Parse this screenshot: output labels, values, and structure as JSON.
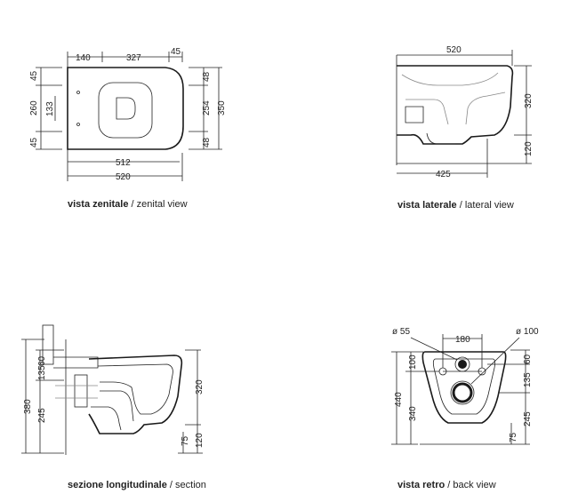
{
  "colors": {
    "line": "#222222",
    "fill_dark": "#1a1a1a",
    "background": "#ffffff"
  },
  "views": {
    "zenital": {
      "caption_bold": "vista zenitale",
      "caption_sep": " / ",
      "caption_light": "zenital view",
      "dims": {
        "d140": "140",
        "d327": "327",
        "d45t": "45",
        "d45a": "45",
        "d260": "260",
        "d133": "133",
        "d45b": "45",
        "d48a": "48",
        "d254": "254",
        "d350": "350",
        "d48b": "48",
        "d512": "512",
        "d520": "520"
      }
    },
    "lateral": {
      "caption_bold": "vista laterale",
      "caption_sep": " / ",
      "caption_light": "lateral view",
      "dims": {
        "d520": "520",
        "d320": "320",
        "d120": "120",
        "d425": "425"
      }
    },
    "section": {
      "caption_bold": "sezione longitudinale",
      "caption_sep": " / ",
      "caption_light": "section",
      "dims": {
        "d60": "60",
        "d135": "135",
        "d380": "380",
        "d245": "245",
        "d320": "320",
        "d75": "75",
        "d120": "120"
      }
    },
    "back": {
      "caption_bold": "vista retro",
      "caption_sep": " / ",
      "caption_light": "back view",
      "dims": {
        "dphi55": "ø 55",
        "d180": "180",
        "dphi100": "ø 100",
        "d100": "100",
        "d440": "440",
        "d340": "340",
        "d60": "60",
        "d135": "135",
        "d245": "245",
        "d75": "75"
      }
    }
  }
}
